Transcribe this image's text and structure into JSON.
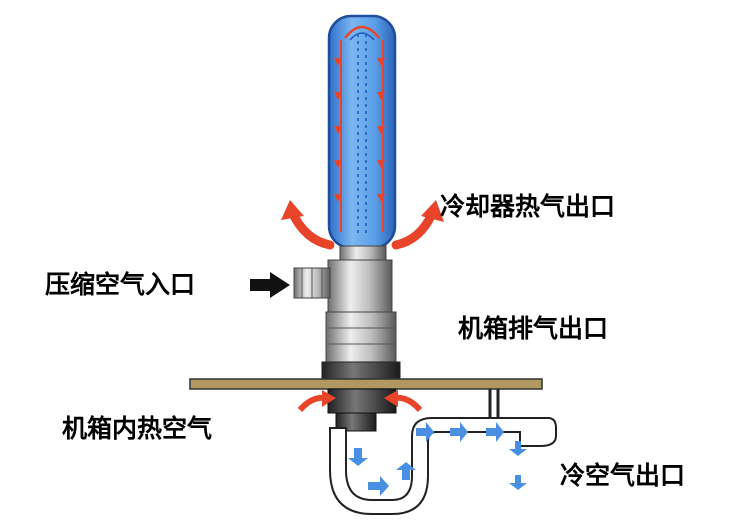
{
  "labels": {
    "cooler_hot_outlet": "冷却器热气出口",
    "compressed_air_inlet": "压缩空气入口",
    "cabinet_exhaust_outlet": "机箱排气出口",
    "cabinet_hot_air": "机箱内热空气",
    "cold_air_outlet": "冷空气出口"
  },
  "colors": {
    "tube_fill": "#5ea0e6",
    "tube_outline": "#2b5aa8",
    "hot_arrow": "#e8442a",
    "cold_arrow": "#4a90e2",
    "cabinet_wall": "#b09860",
    "metal": "#9a9a9a",
    "pipe": "#ffffff"
  }
}
